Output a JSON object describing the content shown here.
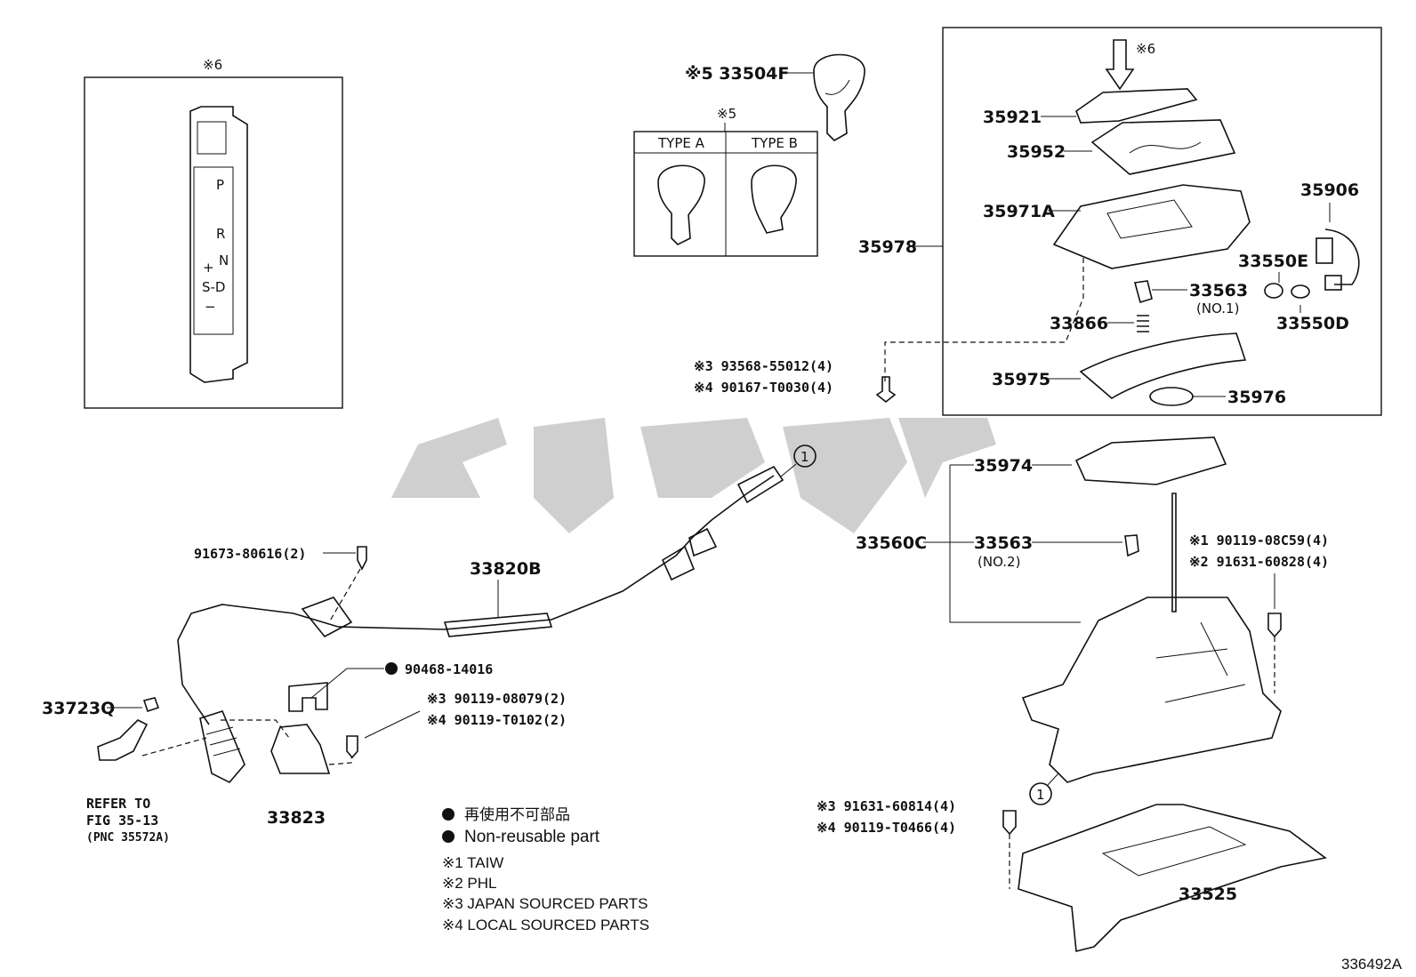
{
  "shift_indicator": {
    "note": "※6",
    "positions": [
      "P",
      "R",
      "N",
      "+",
      "S-D",
      "−"
    ]
  },
  "knob": {
    "label": "※5 33504F",
    "table_note": "※5",
    "type_a": "TYPE A",
    "type_b": "TYPE B"
  },
  "assembly_box": {
    "arrow_note": "※6",
    "labels": {
      "p35921": "35921",
      "p35952": "35952",
      "p35971a": "35971A",
      "p35978": "35978",
      "p35906": "35906",
      "p33550e": "33550E",
      "p33563": "33563",
      "p33563_sub": "(NO.1)",
      "p33866": "33866",
      "p33550d": "33550D",
      "p35975": "35975",
      "p35976": "35976"
    }
  },
  "bolts_center": {
    "line1": "※3 93568-55012(4)",
    "line2": "※4 90167-T0030(4)"
  },
  "cable": {
    "bolt": "91673-80616(2)",
    "cable_label": "33820B",
    "clip": "90468-14016",
    "bracket": "33723Q",
    "bolt2_line1": "※3 90119-08079(2)",
    "bolt2_line2": "※4 90119-T0102(2)",
    "retainer": "33823",
    "refer1": "REFER TO",
    "refer2": "FIG 35-13",
    "refer3": "(PNC 35572A)",
    "marker": "1"
  },
  "lever": {
    "p35974": "35974",
    "p33560c": "33560C",
    "p33563": "33563",
    "p33563_sub": "(NO.2)",
    "bolt_line1": "※1 90119-08C59(4)",
    "bolt_line2": "※2 91631-60828(4)",
    "marker": "1"
  },
  "base": {
    "bolt_line1": "※3 91631-60814(4)",
    "bolt_line2": "※4 90119-T0466(4)",
    "p33525": "33525"
  },
  "legend": {
    "jp": "再使用不可部品",
    "en": "Non-reusable part",
    "n1": "※1 TAIW",
    "n2": "※2 PHL",
    "n3": "※3 JAPAN SOURCED PARTS",
    "n4": "※4 LOCAL SOURCED PARTS"
  },
  "figure_id": "336492A"
}
